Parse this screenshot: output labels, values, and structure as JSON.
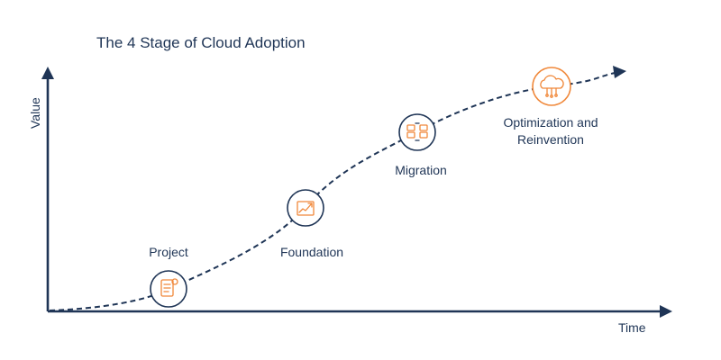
{
  "diagram": {
    "title": "The 4 Stage of Cloud Adoption",
    "y_axis_label": "Value",
    "x_axis_label": "Time",
    "stages": [
      {
        "lines": [
          "Project"
        ],
        "icon": "document-checklist-icon"
      },
      {
        "lines": [
          "Foundation"
        ],
        "icon": "growth-chart-icon"
      },
      {
        "lines": [
          "Migration"
        ],
        "icon": "server-transfer-icon"
      },
      {
        "lines": [
          "Optimization and",
          "Reinvention"
        ],
        "icon": "cloud-network-icon"
      }
    ],
    "colors": {
      "navy": "#1f3556",
      "accent": "#f0883a"
    }
  }
}
